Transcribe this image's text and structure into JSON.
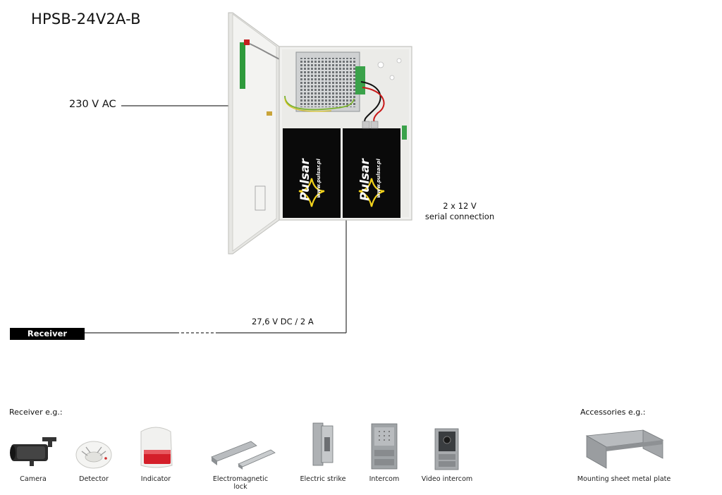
{
  "title": "HPSB-24V2A-B",
  "input_label": "230 V AC",
  "battery_label_line1": "2 x 12 V",
  "battery_label_line2": "serial connection",
  "output_label": "27,6 V DC / 2 A",
  "receiver_box_label": "Receiver",
  "battery_brand": "Pulsar",
  "battery_url": "www.pulsar.pl",
  "receivers_heading": "Receiver e.g.:",
  "accessories_heading": "Accessories e.g.:",
  "receivers": [
    {
      "label": "Camera",
      "icon": "camera-icon"
    },
    {
      "label": "Detector",
      "icon": "detector-icon"
    },
    {
      "label": "Indicator",
      "icon": "indicator-icon"
    },
    {
      "label_line1": "Electromagnetic",
      "label_line2": "lock",
      "icon": "electromagnetic-lock-icon"
    },
    {
      "label": "Electric strike",
      "icon": "electric-strike-icon"
    },
    {
      "label": "Intercom",
      "icon": "intercom-icon"
    },
    {
      "label": "Video intercom",
      "icon": "video-intercom-icon"
    }
  ],
  "accessories": [
    {
      "label": "Mounting sheet metal plate",
      "icon": "mounting-plate-icon"
    }
  ],
  "colors": {
    "battery": "#0a0a0a",
    "battery_logo": "#f2d21c",
    "enclosure": "#f1f1ef",
    "receiver_box": "#000000"
  }
}
